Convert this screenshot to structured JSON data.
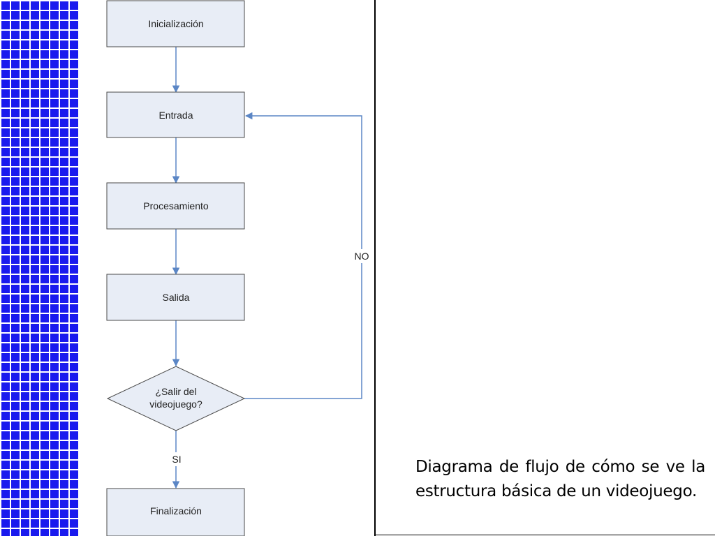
{
  "diagram": {
    "nodes": [
      {
        "id": "init",
        "label": "Inicialización",
        "shape": "rect"
      },
      {
        "id": "input",
        "label": "Entrada",
        "shape": "rect"
      },
      {
        "id": "process",
        "label": "Procesamiento",
        "shape": "rect"
      },
      {
        "id": "output",
        "label": "Salida",
        "shape": "rect"
      },
      {
        "id": "decision",
        "label": [
          "¿Salir del",
          "videojuego?"
        ],
        "shape": "diamond"
      },
      {
        "id": "end",
        "label": "Finalización",
        "shape": "rect"
      }
    ],
    "edges": [
      {
        "from": "init",
        "to": "input",
        "label": ""
      },
      {
        "from": "input",
        "to": "process",
        "label": ""
      },
      {
        "from": "process",
        "to": "output",
        "label": ""
      },
      {
        "from": "output",
        "to": "decision",
        "label": ""
      },
      {
        "from": "decision",
        "to": "input",
        "label": "NO"
      },
      {
        "from": "decision",
        "to": "end",
        "label": "SI"
      }
    ],
    "colors": {
      "node_fill": "#e8edf6",
      "node_stroke": "#4a4a4a",
      "edge": "#5b86c5",
      "background_grid": "#1a1aee"
    }
  },
  "caption": {
    "text": "Diagrama de flujo de cómo se ve la estructura básica de un videojuego."
  }
}
